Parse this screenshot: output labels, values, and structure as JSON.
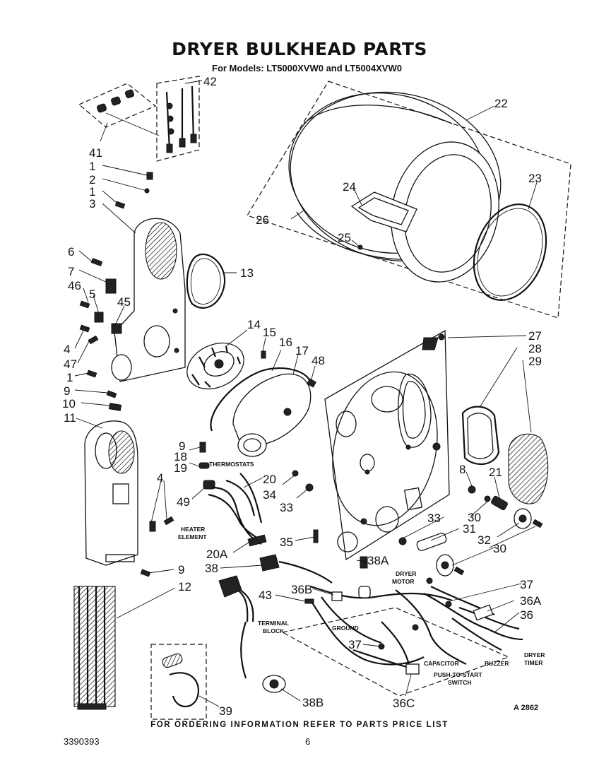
{
  "header": {
    "title": "DRYER BULKHEAD PARTS",
    "subtitle": "For Models: LT5000XVW0 and LT5004XVW0"
  },
  "footer": {
    "ordering": "FOR ORDERING INFORMATION REFER TO PARTS PRICE LIST",
    "doc_number": "3390393",
    "page_number": "6",
    "figure_ref": "A 2862"
  },
  "callouts": {
    "c1a": "1",
    "c1b": "1",
    "c1c": "1",
    "c2": "2",
    "c3": "3",
    "c4": "4",
    "c5": "5",
    "c6": "6",
    "c7": "7",
    "c8": "8",
    "c9a": "9",
    "c9b": "9",
    "c9c": "9",
    "c10": "10",
    "c11": "11",
    "c12": "12",
    "c13": "13",
    "c14": "14",
    "c15": "15",
    "c16": "16",
    "c17": "17",
    "c18": "18",
    "c19": "19",
    "c20": "20",
    "c20a": "20A",
    "c21": "21",
    "c22": "22",
    "c23": "23",
    "c24": "24",
    "c25": "25",
    "c26": "26",
    "c27": "27",
    "c28": "28",
    "c29": "29",
    "c30a": "30",
    "c30b": "30",
    "c31": "31",
    "c32": "32",
    "c33a": "33",
    "c33b": "33",
    "c34": "34",
    "c35": "35",
    "c36": "36",
    "c36a": "36A",
    "c36b": "36B",
    "c36c": "36C",
    "c37a": "37",
    "c37b": "37",
    "c38": "38",
    "c38a": "38A",
    "c38b": "38B",
    "c39": "39",
    "c41": "41",
    "c42": "42",
    "c43": "43",
    "c45": "45",
    "c46": "46",
    "c47": "47",
    "c48": "48",
    "c49": "49"
  },
  "labels": {
    "thermostats": "THERMOSTATS",
    "heater": "HEATER",
    "element": "ELEMENT",
    "dryer_motor_1": "DRYER",
    "dryer_motor_2": "MOTOR",
    "terminal_1": "TERMINAL",
    "terminal_2": "BLOCK",
    "ground": "GROUND",
    "capacitor": "CAPACITOR",
    "buzzer": "BUZZER",
    "dryer_timer_1": "DRYER",
    "dryer_timer_2": "TIMER",
    "push_1": "PUSH-TO-START",
    "push_2": "SWITCH"
  }
}
